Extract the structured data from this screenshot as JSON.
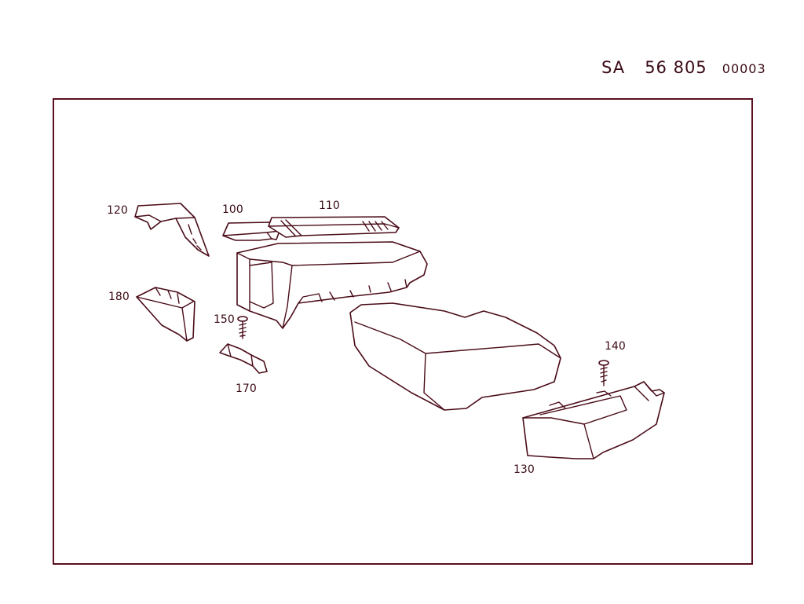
{
  "header": {
    "prefix": "SA",
    "number": "56 805",
    "suffix": "00003"
  },
  "callouts": {
    "p100": "100",
    "p110": "110",
    "p120": "120",
    "p130": "130",
    "p140": "140",
    "p150": "150",
    "p170": "170",
    "p180": "180"
  },
  "colors": {
    "line": "#4a0c18",
    "frame": "#5a0f1e",
    "background": "#ffffff"
  }
}
